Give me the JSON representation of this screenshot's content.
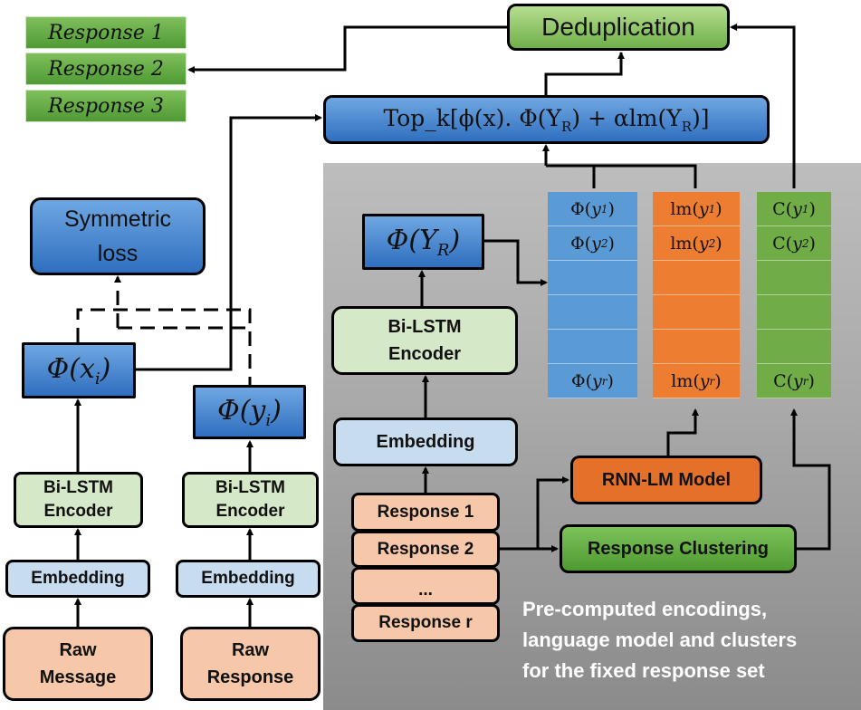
{
  "outputs": [
    "Response 1",
    "Response 2",
    "Response 3"
  ],
  "dedup_label": "Deduplication",
  "topk_label": "Top_k[ϕ(x). Φ(Y_R) + αlm(Y_R)]",
  "topk": {
    "main": "Top_k[ϕ(x). Φ(Y",
    "sub1": "R",
    "mid": ") + αlm(Y",
    "sub2": "R",
    "end": ")]"
  },
  "symmetric_loss": [
    "Symmetric",
    "loss"
  ],
  "phi_xi": {
    "label": "Φ(x",
    "sub": "i",
    "close": ")"
  },
  "phi_yi": {
    "label": "Φ(y",
    "sub": "i",
    "close": ")"
  },
  "phi_YR": {
    "label": "Φ(Y",
    "sub": "R",
    "close": ")"
  },
  "bilstm_lines": [
    "Bi-LSTM",
    "Encoder"
  ],
  "embedding_label": "Embedding",
  "raw_message": [
    "Raw",
    "Message"
  ],
  "raw_response": [
    "Raw",
    "Response"
  ],
  "response_set": [
    "Response 1",
    "Response 2",
    "...",
    "Response r"
  ],
  "rnn_lm_label": "RNN-LM Model",
  "clustering_label": "Response Clustering",
  "columns": {
    "phi": {
      "fn": "Φ",
      "cells": [
        "1",
        "2",
        "",
        "",
        "",
        "r"
      ]
    },
    "lm": {
      "fn": "lm",
      "cells": [
        "1",
        "2",
        "",
        "",
        "",
        "r"
      ]
    },
    "c": {
      "fn": "C",
      "cells": [
        "1",
        "2",
        "",
        "",
        "",
        "r"
      ]
    }
  },
  "panel_note": [
    "Pre-computed encodings,",
    "language model and clusters",
    "for the fixed response set"
  ],
  "colors": {
    "blue_box": "#2f6fbf",
    "green_box": "#6fb048",
    "orange": "#e4702a",
    "panel": "#a9a9a9"
  }
}
